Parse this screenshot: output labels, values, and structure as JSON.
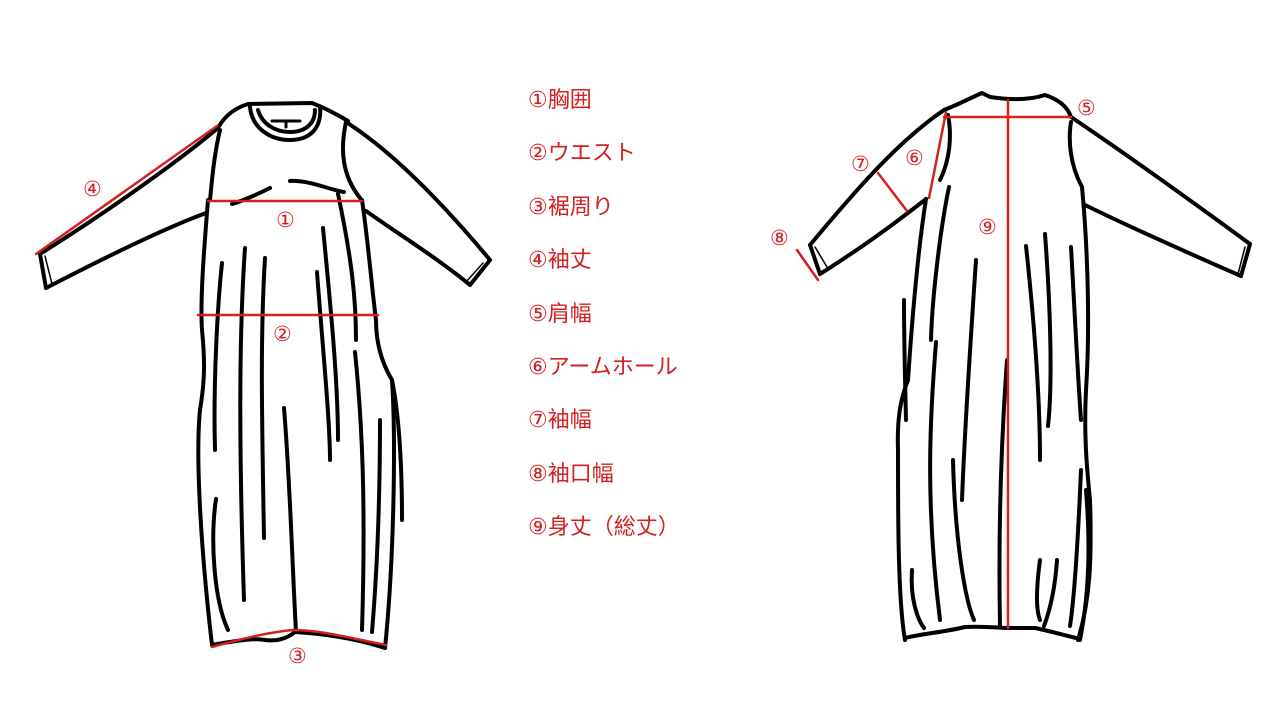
{
  "diagram": {
    "type": "garment measurement diagram",
    "accent_color": "#d42020",
    "line_color": "#000000",
    "views": [
      {
        "name": "front-view",
        "markers": [
          "①",
          "②",
          "③",
          "④"
        ]
      },
      {
        "name": "back-view",
        "markers": [
          "⑤",
          "⑥",
          "⑦",
          "⑧",
          "⑨"
        ]
      }
    ]
  },
  "markers": {
    "m1": "①",
    "m2": "②",
    "m3": "③",
    "m4": "④",
    "m5": "⑤",
    "m6": "⑥",
    "m7": "⑦",
    "m8": "⑧",
    "m9": "⑨"
  },
  "legend": {
    "items": [
      {
        "marker": "①",
        "label": "胸囲",
        "text": "①胸囲"
      },
      {
        "marker": "②",
        "label": "ウエスト",
        "text": "②ウエスト"
      },
      {
        "marker": "③",
        "label": "裾周り",
        "text": "③裾周り"
      },
      {
        "marker": "④",
        "label": "袖丈",
        "text": "④袖丈"
      },
      {
        "marker": "⑤",
        "label": "肩幅",
        "text": "⑤肩幅"
      },
      {
        "marker": "⑥",
        "label": "アームホール",
        "text": "⑥アームホール"
      },
      {
        "marker": "⑦",
        "label": "袖幅",
        "text": "⑦袖幅"
      },
      {
        "marker": "⑧",
        "label": "袖口幅",
        "text": "⑧袖口幅"
      },
      {
        "marker": "⑨",
        "label": "身丈（総丈）",
        "text": "⑨身丈（総丈）"
      }
    ]
  }
}
